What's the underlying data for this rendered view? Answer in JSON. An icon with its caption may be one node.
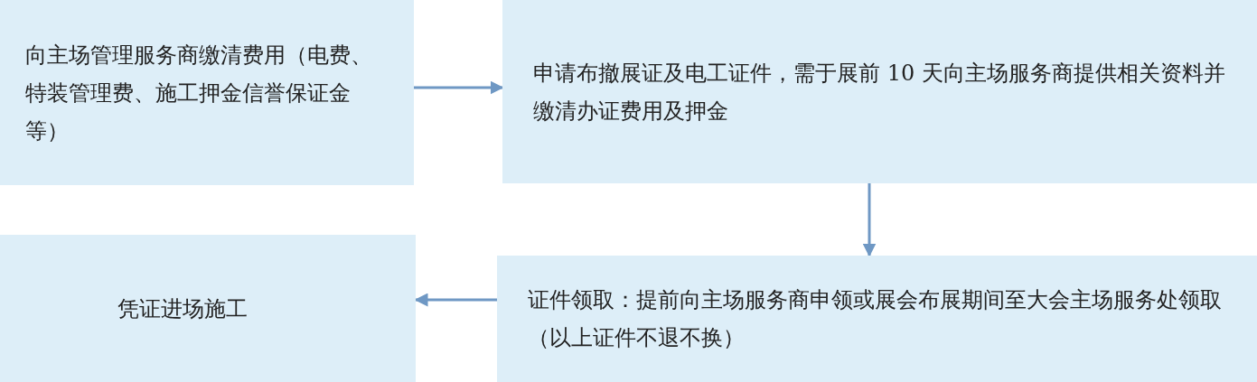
{
  "diagram": {
    "nodes": [
      {
        "text": [
          "向主场管理服务商缴清费用（电费、特装管理费、施工押金信誉保证金等）"
        ]
      },
      {
        "text": [
          "申请布撤展证及电工证件，需于展前 10 天向主场服务商提供相关资料并缴清办证费用及押金"
        ]
      },
      {
        "text": [
          "证件领取：提前向主场服务商申领或展会布展期间至大会主场服务处领取（以上证件不退不换）"
        ]
      },
      {
        "text": [
          "凭证进场施工"
        ]
      }
    ],
    "edges": [
      {
        "from": 0,
        "to": 1,
        "arrow": "to"
      },
      {
        "from": 1,
        "to": 2,
        "arrow": "to"
      },
      {
        "from": 2,
        "to": 3,
        "arrow": "to"
      }
    ]
  }
}
